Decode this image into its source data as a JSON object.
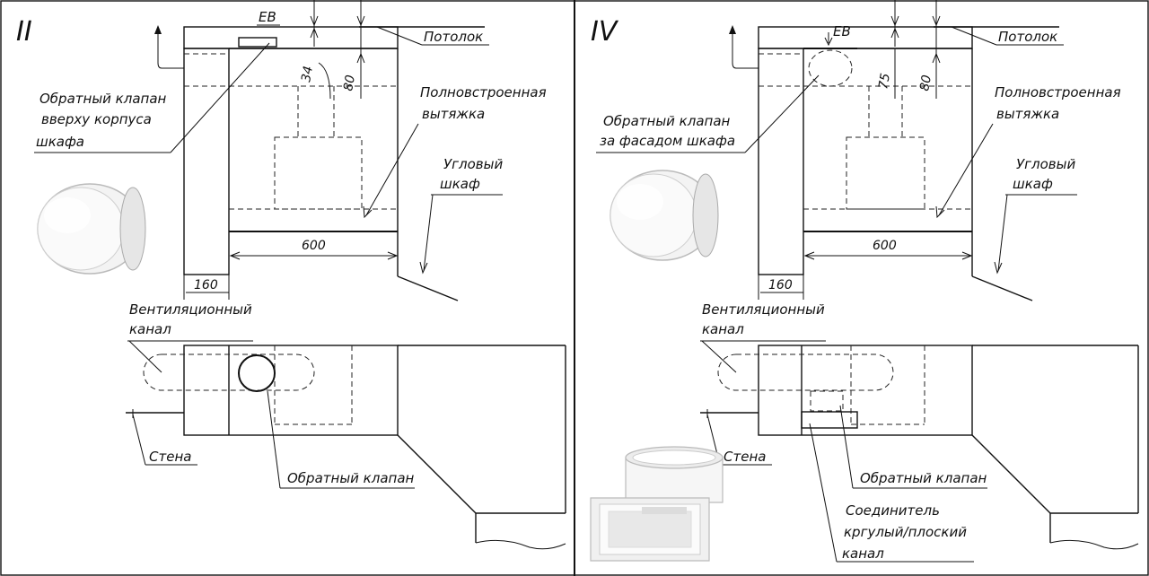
{
  "panels": [
    {
      "roman": "II",
      "ev": "EB",
      "ceiling": "Потолок",
      "valve_top": [
        "Обратный клапан",
        "вверху корпуса",
        "шкафа"
      ],
      "hood": [
        "Полновстроенная",
        "вытяжка"
      ],
      "corner": [
        "Угловый",
        "шкаф"
      ],
      "dim_top_a": "34",
      "dim_top_b": "80",
      "dim_width": "600",
      "dim_side": "160",
      "vent": [
        "Вентиляционный",
        "канал"
      ],
      "wall": "Стена",
      "valve_plan": "Обратный клапан"
    },
    {
      "roman": "IV",
      "ev": "EB",
      "ceiling": "Потолок",
      "valve_top": [
        "Обратный клапан",
        "за фасадом шкафа"
      ],
      "hood": [
        "Полновстроенная",
        "вытяжка"
      ],
      "corner": [
        "Угловый",
        "шкаф"
      ],
      "dim_top_a": "75",
      "dim_top_b": "80",
      "dim_width": "600",
      "dim_side": "160",
      "vent": [
        "Вентиляционный",
        "канал"
      ],
      "wall": "Стена",
      "valve_plan": "Обратный клапан",
      "connector": [
        "Соединитель",
        "кргулый/плоский",
        "канал"
      ]
    }
  ]
}
